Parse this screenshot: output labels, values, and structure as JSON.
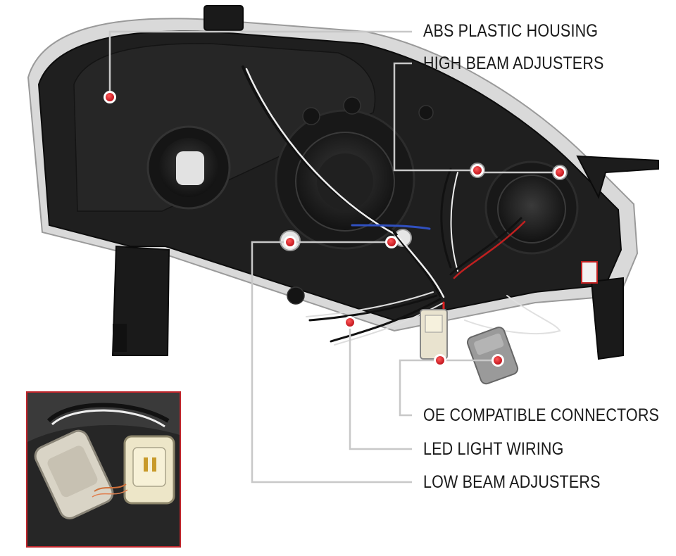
{
  "labels": {
    "housing": "ABS PLASTIC HOUSING",
    "high_beam": "HIGH BEAM ADJUSTERS",
    "connectors": "OE COMPATIBLE CONNECTORS",
    "led_wiring": "LED LIGHT WIRING",
    "low_beam": "LOW BEAM ADJUSTERS"
  },
  "colors": {
    "marker": "#d8202a",
    "leader_line": "#c8c8c8",
    "inset_border": "#c0262c",
    "housing_dark": "#1e1e1e"
  }
}
